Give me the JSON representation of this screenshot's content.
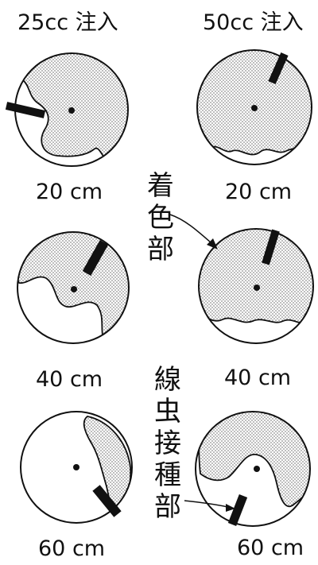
{
  "headers": {
    "left": "25cc 注入",
    "right": "50cc 注入"
  },
  "depths": {
    "r1_left": "20 cm",
    "r1_right": "20 cm",
    "r2_left": "40 cm",
    "r2_right": "40 cm",
    "r3_left": "60 cm",
    "r3_right": "60 cm"
  },
  "annotations": {
    "stained": [
      "着",
      "色",
      "部"
    ],
    "inoculation": [
      "線",
      "虫",
      "接",
      "種",
      "部"
    ]
  },
  "colors": {
    "ink": "#111111",
    "paper": "#ffffff"
  }
}
